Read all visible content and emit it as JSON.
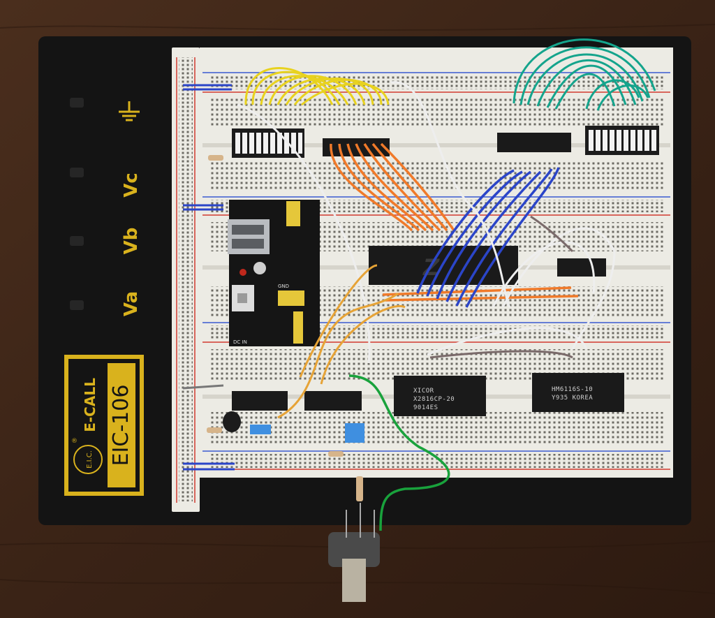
{
  "kit": {
    "brand": "E-CALL",
    "model": "EIC-106",
    "logo_letters": "E.I.C.",
    "registered_mark": "®",
    "terminals": [
      "Va",
      "Vb",
      "Vc"
    ],
    "ground_symbol": "ground-icon"
  },
  "chips": {
    "cpu_logo": "Z",
    "eeprom_line1": "XICOR",
    "eeprom_line2": "X2816CP-20",
    "eeprom_line3": "9014ES",
    "sram_line1": "HM6116S-10",
    "sram_line2": "Y935 KOREA"
  },
  "power_module": {
    "gnd_label": "GND",
    "dc_label": "DC IN"
  },
  "colors": {
    "desk": "#3b2417",
    "base_plate": "#141414",
    "board": "#ecebe4",
    "gold": "#d9b21d",
    "wire_yellow": "#e8d21e",
    "wire_orange": "#f07a2a",
    "wire_blue": "#2b45c8",
    "wire_teal": "#14a48c",
    "wire_white": "#eeeeee",
    "wire_green": "#19a23c"
  }
}
